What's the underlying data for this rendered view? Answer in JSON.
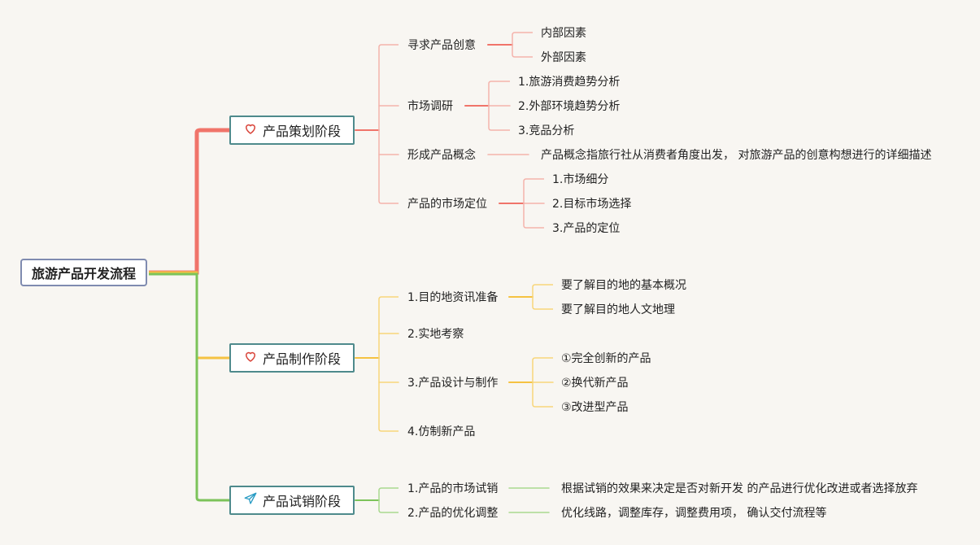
{
  "root": "旅游产品开发流程",
  "colors": {
    "red": "#f0746a",
    "yellow": "#f5c242",
    "green": "#7cc35a"
  },
  "stages": [
    {
      "label": "产品策划阶段",
      "icon": "heart-icon",
      "children": [
        {
          "label": "寻求产品创意",
          "children": [
            "内部因素",
            "外部因素"
          ]
        },
        {
          "label": "市场调研",
          "children": [
            "1.旅游消费趋势分析",
            "2.外部环境趋势分析",
            "3.竞品分析"
          ]
        },
        {
          "label": "形成产品概念",
          "children": [
            "产品概念指旅行社从消费者角度出发， 对旅游产品的创意构想进行的详细描述"
          ]
        },
        {
          "label": "产品的市场定位",
          "children": [
            "1.市场细分",
            "2.目标市场选择",
            "3.产品的定位"
          ]
        }
      ]
    },
    {
      "label": "产品制作阶段",
      "icon": "heart-icon",
      "children": [
        {
          "label": "1.目的地资讯准备",
          "children": [
            "要了解目的地的基本概况",
            "要了解目的地人文地理"
          ]
        },
        {
          "label": "2.实地考察",
          "children": []
        },
        {
          "label": "3.产品设计与制作",
          "children": [
            "①完全创新的产品",
            "②换代新产品",
            "③改进型产品"
          ]
        },
        {
          "label": "4.仿制新产品",
          "children": []
        }
      ]
    },
    {
      "label": "产品试销阶段",
      "icon": "paper-plane-icon",
      "children": [
        {
          "label": "1.产品的市场试销",
          "children": [
            "根据试销的效果来决定是否对新开发 的产品进行优化改进或者选择放弃"
          ]
        },
        {
          "label": "2.产品的优化调整",
          "children": [
            "优化线路，调整库存，调整费用项， 确认交付流程等"
          ]
        }
      ]
    }
  ]
}
